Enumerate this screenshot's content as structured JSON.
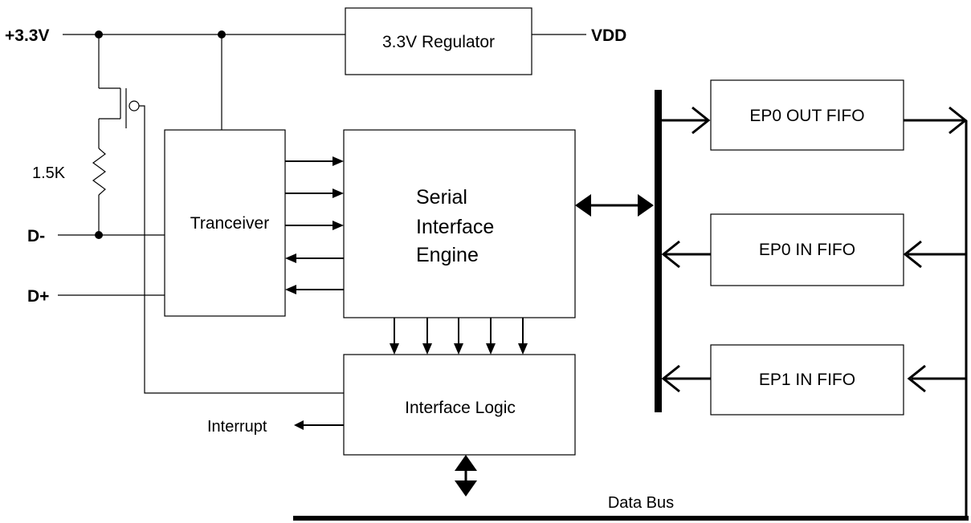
{
  "pins": {
    "vcc": "+3.3V",
    "vdd": "VDD",
    "dminus": "D-",
    "dplus": "D+"
  },
  "components": {
    "resistor": "1.5K"
  },
  "blocks": {
    "regulator": "3.3V Regulator",
    "transceiver": "Tranceiver",
    "sie_line1": "Serial",
    "sie_line2": "Interface",
    "sie_line3": "Engine",
    "interface_logic": "Interface Logic",
    "ep0_out": "EP0 OUT FIFO",
    "ep0_in": "EP0 IN FIFO",
    "ep1_in": "EP1 IN FIFO"
  },
  "signals": {
    "interrupt": "Interrupt",
    "data_bus": "Data Bus"
  }
}
